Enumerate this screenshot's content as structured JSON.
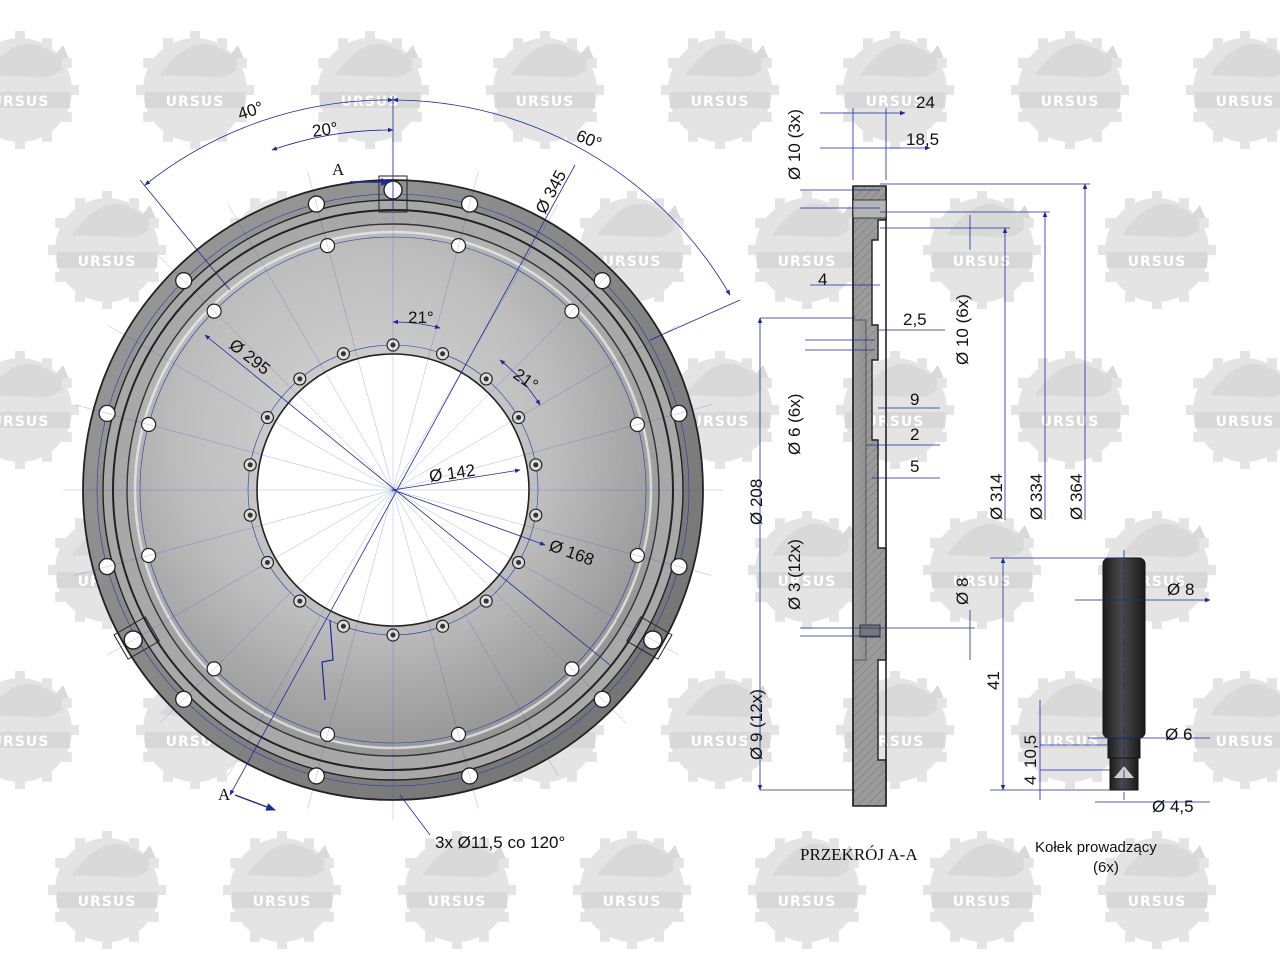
{
  "watermark": {
    "text": "URSUS",
    "color": "#e4e4e4"
  },
  "colors": {
    "dimension": "#1a2a9c",
    "steel": "#9a9a9a",
    "pin": "#2e2e2e",
    "text": "#111111"
  },
  "front_view": {
    "section_marker": "A",
    "angles": [
      "40°",
      "20°",
      "60°",
      "21°",
      "21°"
    ],
    "diameters": [
      "Ø 345",
      "Ø 295",
      "Ø 142",
      "Ø 168"
    ],
    "hole_note": "3x Ø11,5 co 120°",
    "outer_holes": 12,
    "inner_holes": 18
  },
  "section_view": {
    "top_dims": [
      "24",
      "18,5"
    ],
    "left_dims": [
      "Ø 10 (3x)",
      "4",
      "Ø 6 (6x)",
      "Ø 208",
      "Ø 3 (12x)",
      "Ø 9 (12x)"
    ],
    "right_dims": [
      "2,5",
      "Ø 10 (6x)",
      "9",
      "2",
      "5",
      "Ø 8",
      "Ø 314",
      "Ø 334",
      "Ø 364"
    ],
    "caption": "PRZEKRÓJ A-A"
  },
  "pin_view": {
    "dims": [
      "Ø 8",
      "41",
      "10,5",
      "4",
      "Ø 6",
      "Ø 4,5"
    ],
    "caption_line1": "Kołek prowadzący",
    "caption_line2": "(6x)"
  }
}
